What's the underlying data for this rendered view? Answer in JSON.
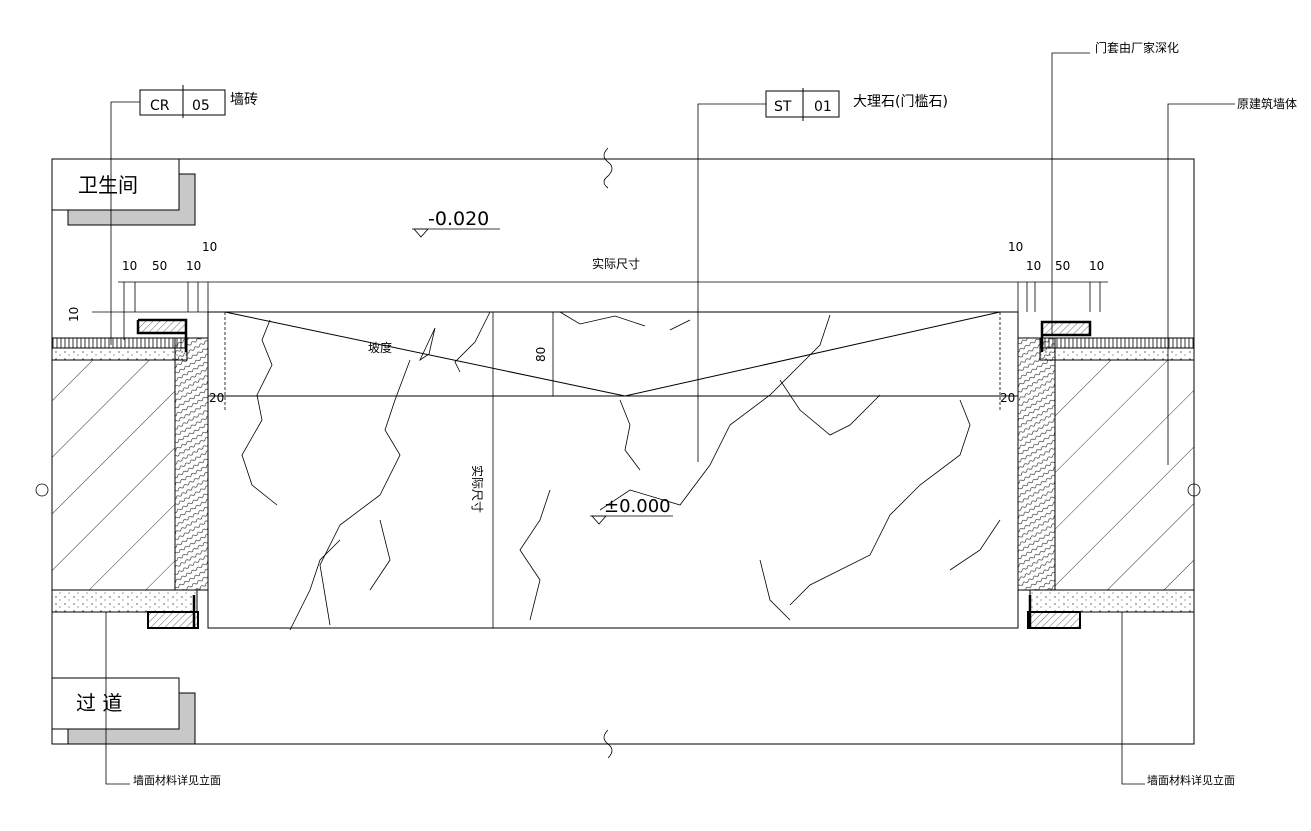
{
  "tags": [
    {
      "code": "CR",
      "num": "05",
      "desc": "墙砖"
    },
    {
      "code": "ST",
      "num": "01",
      "desc": "大理石(门槛石)"
    }
  ],
  "callouts": {
    "door_frame": "门套由厂家深化",
    "original_wall": "原建筑墙体",
    "wall_material_left": "墙面材料详见立面",
    "wall_material_right": "墙面材料详见立面"
  },
  "rooms": {
    "bathroom": "卫生间",
    "corridor": "过 道"
  },
  "levels": {
    "upper": "-0.020",
    "lower": "±0.000"
  },
  "dimensions": {
    "actual_size": "实际尺寸",
    "actual_size_vertical": "实际尺寸",
    "slope": "坡度",
    "depth": "80",
    "left": [
      "10",
      "50",
      "10",
      "10"
    ],
    "left_vertical": "10",
    "right": [
      "10",
      "10",
      "50",
      "10"
    ],
    "offset_left": "20",
    "offset_right": "20"
  }
}
